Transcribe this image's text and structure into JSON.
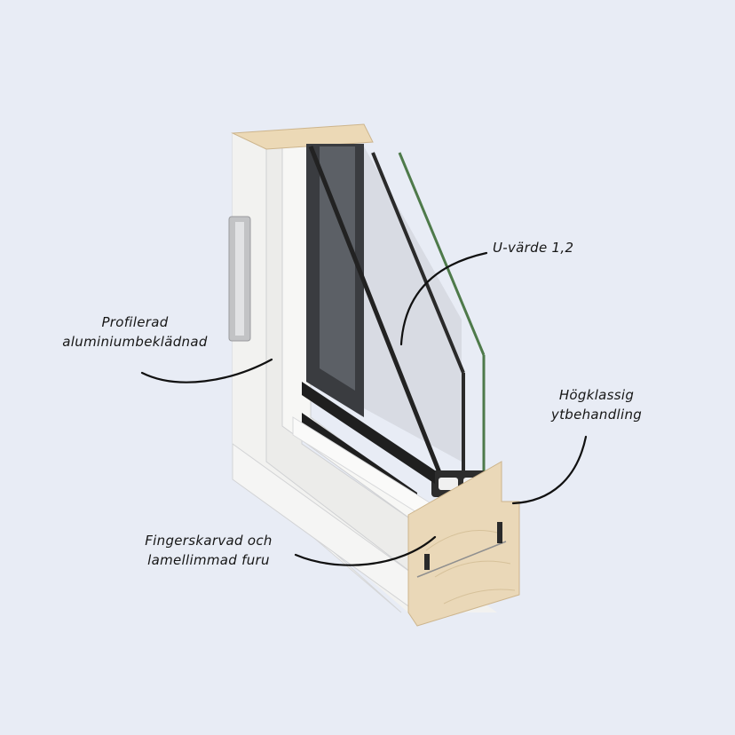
{
  "diagram": {
    "subject": "Window frame cross-section (triple-glazed, aluminium-clad wood)",
    "background_color": "#e8ecf5",
    "annotations": [
      {
        "id": "u-value",
        "lines": [
          "U-värde 1,2"
        ]
      },
      {
        "id": "aluminium-cladding",
        "lines": [
          "Profilerad",
          "aluminiumbeklädnad"
        ]
      },
      {
        "id": "surface-treatment",
        "lines": [
          "Högklassig",
          "ytbehandling"
        ]
      },
      {
        "id": "pine",
        "lines": [
          "Fingerskarvad och",
          "lamellimmad furu"
        ]
      }
    ],
    "colors": {
      "frame_white": "#f4f4f2",
      "frame_shadow": "#d9dadb",
      "wood": "#ead8b8",
      "glass_dark": "#2b2b2b",
      "glass_green": "#4e7a4a",
      "pane": "#d6d9de",
      "leader_line": "#111111"
    }
  }
}
